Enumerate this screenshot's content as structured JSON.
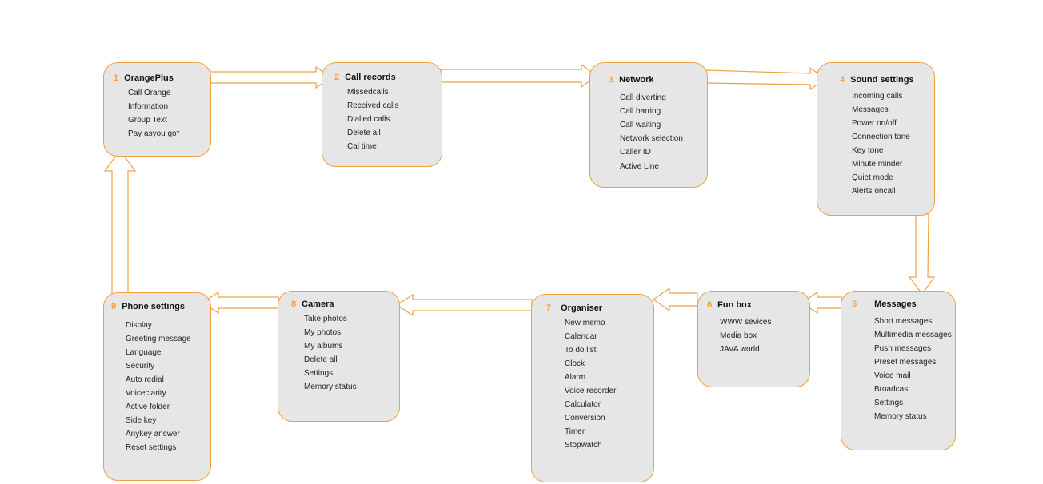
{
  "colors": {
    "box_fill": "#e6e6e6",
    "accent": "#f0a040"
  },
  "menus": [
    {
      "number": "1",
      "title": "OrangePlus",
      "items": [
        "Call Orange",
        "Information",
        "Group Text",
        "Pay asyou go*"
      ]
    },
    {
      "number": "2",
      "title": "Call records",
      "items": [
        "Missedcalls",
        "Received calls",
        "Dialled calls",
        "Delete all",
        "Cal time"
      ]
    },
    {
      "number": "3",
      "title": "Network",
      "items": [
        "Call diverting",
        "Call barring",
        "Call waiting",
        "Network selection",
        "Caller ID",
        "Active Line"
      ]
    },
    {
      "number": "4",
      "title": "Sound settings",
      "items": [
        "Incoming calls",
        "Messages",
        "Power on/off",
        "Connection tone",
        "Key tone",
        "Minute minder",
        "Quiet mode",
        "Alerts oncall"
      ]
    },
    {
      "number": "5",
      "title": "Messages",
      "items": [
        "Short messages",
        "Multimedia messages",
        "Push messages",
        "Preset messages",
        "Voice mail",
        "Broadcast",
        "Settings",
        "Memory status"
      ]
    },
    {
      "number": "6",
      "title": "Fun box",
      "items": [
        "WWW sevices",
        "Media box",
        "JAVA world"
      ]
    },
    {
      "number": "7",
      "title": "Organiser",
      "items": [
        "New memo",
        "Calendar",
        "To do list",
        "Clock",
        "Alarm",
        "Voice recorder",
        "Calculator",
        "Conversion",
        "Timer",
        "Stopwatch"
      ]
    },
    {
      "number": "8",
      "title": "Camera",
      "items": [
        "Take photos",
        "My photos",
        "My albums",
        "Delete all",
        "Settings",
        "Memory status"
      ]
    },
    {
      "number": "9",
      "title": "Phone settings",
      "items": [
        "Display",
        "Greeting message",
        "Language",
        "Security",
        "Auto redial",
        "Voiceclarity",
        "Active folder",
        "Side key",
        "Anykey answer",
        "Reset settings"
      ]
    }
  ]
}
